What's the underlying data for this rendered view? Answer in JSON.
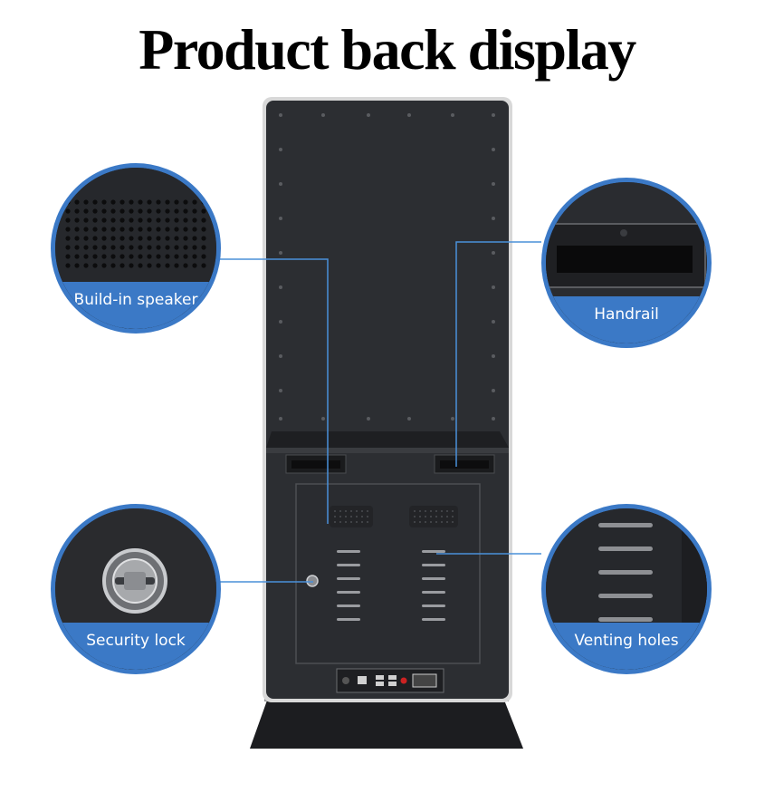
{
  "title": "Product back display",
  "callouts": {
    "speaker": "Build-in speaker",
    "handrail": "Handrail",
    "lock": "Security lock",
    "venting": "Venting holes"
  },
  "colors": {
    "accent": "#3b79c6",
    "body": "#2a2c30",
    "frame": "#d8d8d8",
    "background": "#ffffff"
  }
}
